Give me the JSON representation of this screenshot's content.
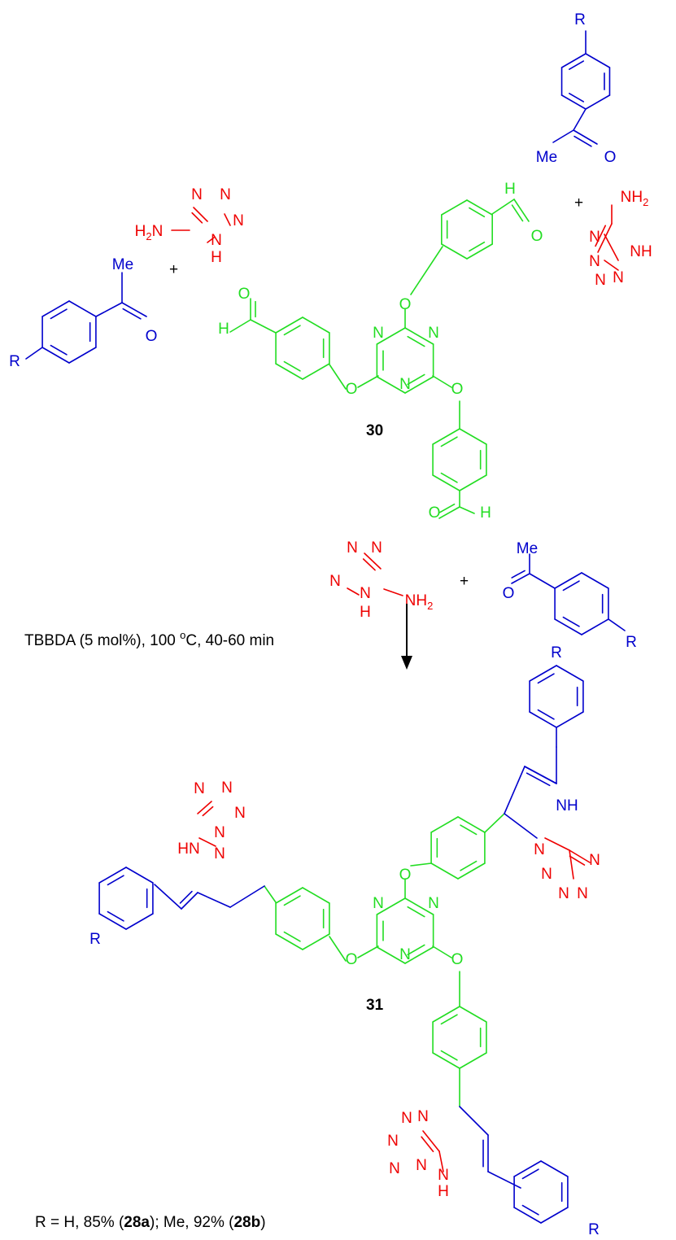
{
  "colors": {
    "acetophenone": "#0000cc",
    "aminotetrazole": "#ee0000",
    "aldehyde_core": "#22dd22",
    "text": "#000000"
  },
  "labels": {
    "compound_30": "30",
    "compound_31": "31",
    "plus": "+",
    "conditions": "TBBDA (5 mol%), 100 °C, 40-60 min",
    "yield_prefix": "R = H, 85% (",
    "yield_a": "28a",
    "yield_mid": "); Me, 92% (",
    "yield_b": "28b",
    "yield_suffix": ")"
  },
  "atoms": {
    "R": "R",
    "Me": "Me",
    "O": "O",
    "H": "H",
    "N": "N",
    "NH": "NH",
    "HN": "HN",
    "NH2": "NH2",
    "H2N": "H2N"
  }
}
